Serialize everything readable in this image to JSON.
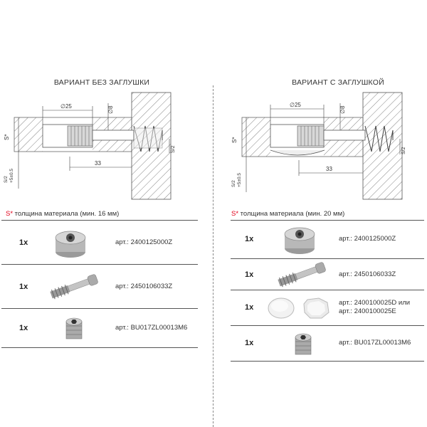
{
  "left": {
    "title": "ВАРИАНТ БЕЗ ЗАГЛУШКИ",
    "dims": {
      "d25": "∅25",
      "d8": "∅8",
      "l33": "33",
      "s": "S*",
      "s2": "S/2",
      "tol": "+5±0.5",
      "s2b": "S/2"
    },
    "material_s": "S*",
    "material_text": " толщина материала  (мин. 16 мм)",
    "rows": [
      {
        "qty": "1x",
        "icon": "cam-housing-icon",
        "art": "арт.: 2400125000Z"
      },
      {
        "qty": "1x",
        "icon": "bolt-icon",
        "art": "арт.: 2450106033Z"
      },
      {
        "qty": "1x",
        "icon": "insert-icon",
        "art": "арт.: BU017ZL00013M6"
      }
    ]
  },
  "right": {
    "title": "ВАРИАНТ С ЗАГЛУШКОЙ",
    "dims": {
      "d25": "∅25",
      "d8": "∅8",
      "l33": "33",
      "s": "S*",
      "s2": "S/2",
      "tol": "+5±0.5",
      "s2b": "S/2"
    },
    "material_s": "S*",
    "material_text": " толщина материала  (мин. 20 мм)",
    "rows": [
      {
        "qty": "1x",
        "icon": "cam-housing-icon",
        "art": "арт.: 2400125000Z"
      },
      {
        "qty": "1x",
        "icon": "bolt-icon",
        "art": "арт.: 2450106033Z"
      },
      {
        "qty": "1x",
        "icon": "cover-cap-icon",
        "art": "арт.: 2400100025D или",
        "art2": "арт.: 2400100025E"
      },
      {
        "qty": "1x",
        "icon": "insert-icon",
        "art": "арт.: BU017ZL00013M6"
      }
    ]
  }
}
